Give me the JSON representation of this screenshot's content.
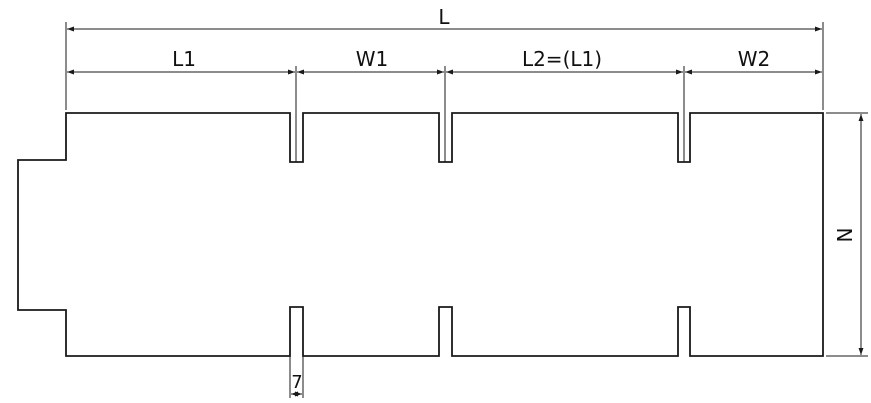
{
  "diagram": {
    "labels": {
      "total_length": "L",
      "panel1": "L1",
      "panel2": "W1",
      "panel3": "L2=(L1)",
      "panel4": "W2",
      "height": "N",
      "slot": "7"
    }
  }
}
